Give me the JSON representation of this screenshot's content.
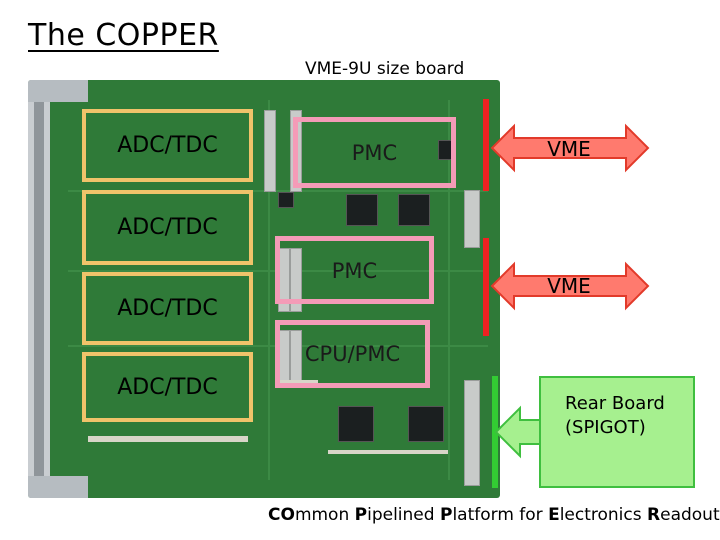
{
  "title": "The COPPER",
  "subtitle": "VME-9U size board",
  "adc_blocks": [
    "ADC/TDC",
    "ADC/TDC",
    "ADC/TDC",
    "ADC/TDC"
  ],
  "pmc_blocks": [
    "PMC",
    "PMC",
    "CPU/PMC"
  ],
  "vme_labels": [
    "VME",
    "VME"
  ],
  "rear_board": {
    "line1": "Rear Board",
    "line2": "(SPIGOT)"
  },
  "footer": {
    "p1_bold": "CO",
    "p1": "mmon ",
    "p2_bold": "P",
    "p2": "ipelined ",
    "p3_bold": "P",
    "p3": "latform for ",
    "p4_bold": "E",
    "p4": "lectronics ",
    "p5_bold": "R",
    "p5": "eadout"
  },
  "colors": {
    "board": "#2f7a38",
    "adc_border": "#f0c36a",
    "pmc_border": "#f49bb7",
    "vme_fill": "#ff7a6e",
    "vme_border": "#e23a2a",
    "rear_fill": "#a6f08f",
    "rear_border": "#3fbf3f"
  }
}
